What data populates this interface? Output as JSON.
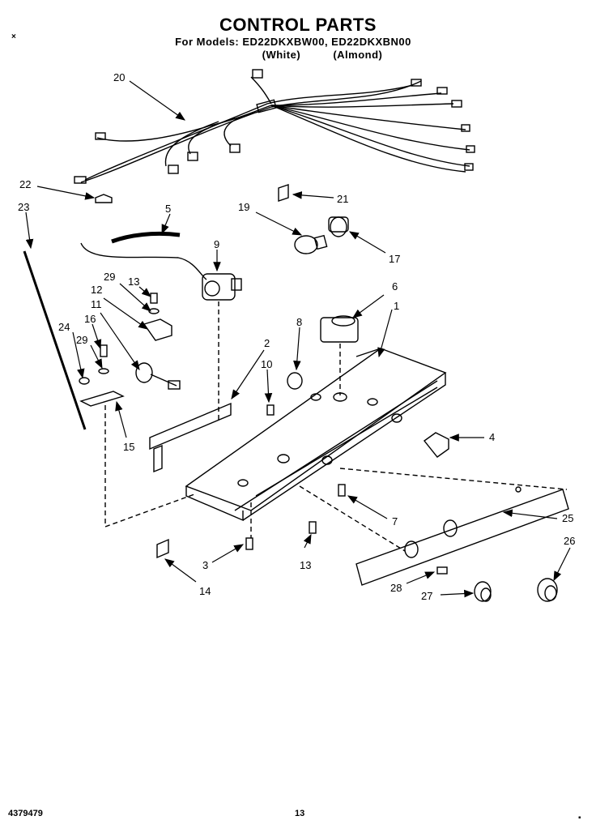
{
  "header": {
    "title": "CONTROL PARTS",
    "models_line": "For Models: ED22DKXBW00, ED22DKXBN00",
    "finish_white": "(White)",
    "finish_almond": "(Almond)"
  },
  "corner_marks": {
    "top_left": "×",
    "bottom_right": "▪"
  },
  "footer": {
    "part_number": "4379479",
    "page_number": "13"
  },
  "callouts": [
    {
      "key": "c1",
      "label": "20"
    },
    {
      "key": "c2",
      "label": "22"
    },
    {
      "key": "c3",
      "label": "23"
    },
    {
      "key": "c4",
      "label": "21"
    },
    {
      "key": "c5",
      "label": "19"
    },
    {
      "key": "c6",
      "label": "17"
    },
    {
      "key": "c7",
      "label": "5"
    },
    {
      "key": "c8",
      "label": "9"
    },
    {
      "key": "c9",
      "label": "13"
    },
    {
      "key": "c10",
      "label": "29"
    },
    {
      "key": "c11",
      "label": "12"
    },
    {
      "key": "c12",
      "label": "11"
    },
    {
      "key": "c13",
      "label": "16"
    },
    {
      "key": "c14",
      "label": "24"
    },
    {
      "key": "c15",
      "label": "29"
    },
    {
      "key": "c16",
      "label": "15"
    },
    {
      "key": "c17",
      "label": "6"
    },
    {
      "key": "c18",
      "label": "1"
    },
    {
      "key": "c19",
      "label": "8"
    },
    {
      "key": "c20",
      "label": "2"
    },
    {
      "key": "c21",
      "label": "10"
    },
    {
      "key": "c22",
      "label": "4"
    },
    {
      "key": "c23",
      "label": "7"
    },
    {
      "key": "c24",
      "label": "25"
    },
    {
      "key": "c25",
      "label": "26"
    },
    {
      "key": "c26",
      "label": "3"
    },
    {
      "key": "c27",
      "label": "13"
    },
    {
      "key": "c28",
      "label": "14"
    },
    {
      "key": "c29",
      "label": "28"
    },
    {
      "key": "c30",
      "label": "27"
    }
  ]
}
